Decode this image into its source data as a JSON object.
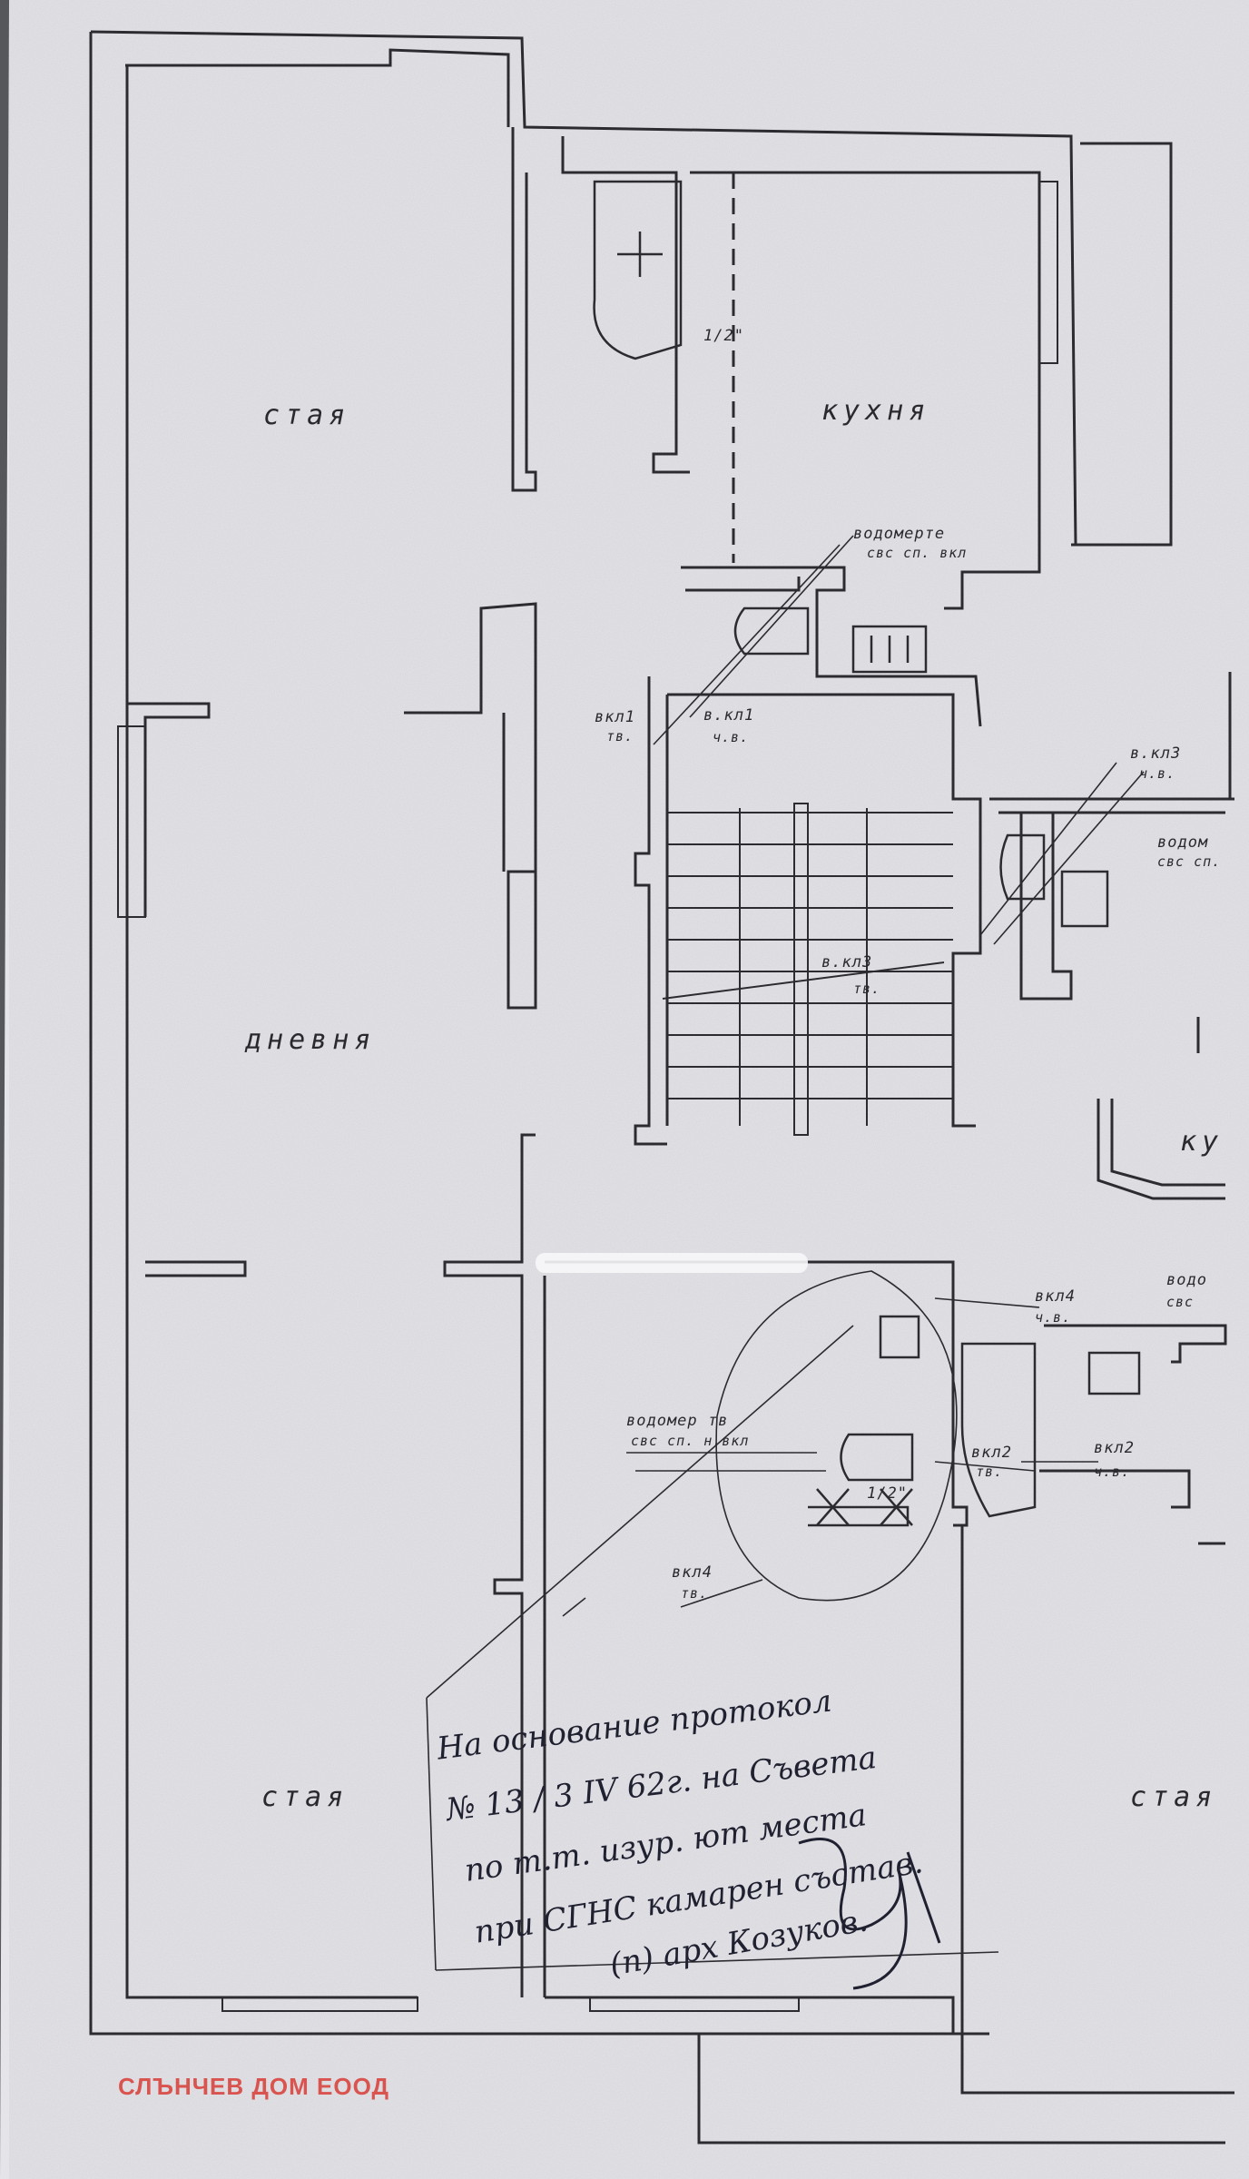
{
  "rooms": {
    "room_top": "стая",
    "kitchen": "кухня",
    "living": "дневня",
    "room_bottom": "стая",
    "room_right": "стая",
    "kitchen_right_partial": "ку"
  },
  "annotations": {
    "water_meter_top_1": "водомерте",
    "water_meter_top_2": "свс сп. вкл",
    "vkl1_a": "вкл1",
    "vkl1_a_sub": "тв.",
    "vkl1_b": "в.кл1",
    "vkl1_b_sub": "ч.в.",
    "vkl3_top": "в.кл3",
    "vkl3_top_sub": "ч.в.",
    "water_meter_right_1": "водом",
    "water_meter_right_2": "свс сп.",
    "vkl3_stair": "в.кл3",
    "vkl3_stair_sub": "тв.",
    "half_inch_top": "1/2\"",
    "vkl4_right": "вкл4",
    "vkl4_right_sub": "ч.в.",
    "water_meter_far_right_1": "водо",
    "water_meter_far_right_2": "свс",
    "water_meter_mid_1": "водомер тв",
    "water_meter_mid_2": "свс сп. н.вкл",
    "half_inch_mid": "1/2\"",
    "vkl2_a": "вкл2",
    "vkl2_a_sub": "тв.",
    "vkl2_b": "вкл2",
    "vkl2_b_sub": "ч.в.",
    "vkl4_bottom": "вкл4",
    "vkl4_bottom_sub": "тв."
  },
  "handwritten_note": {
    "line1": "На основание протокол",
    "line2": "№ 13 / 3 IV 62г. на Съвета",
    "line3": "по т.т. изур. ют места",
    "line4": "при СГНС камарен състав.",
    "line5": "(п) арх Козуков."
  },
  "watermark": {
    "text": "СЛЪНЧЕВ ДОМ ЕООД",
    "color": "#d9534f"
  },
  "colors": {
    "paper": "#e6e6ea",
    "ink": "#2a2a2e",
    "background": "#5a5c60"
  }
}
